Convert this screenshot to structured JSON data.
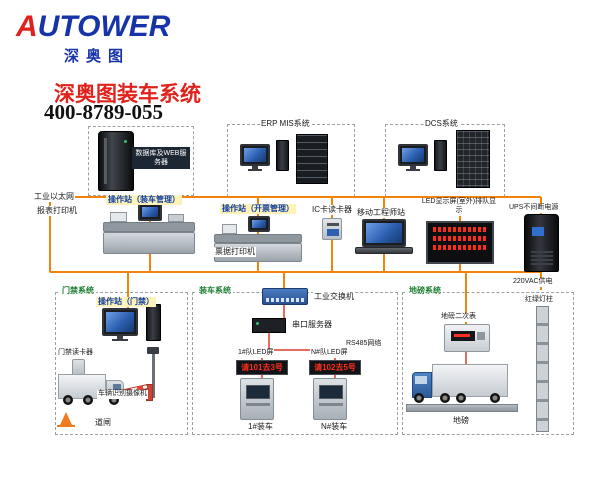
{
  "header": {
    "logo_a": "A",
    "logo_rest": "UTOWER",
    "logo_sub": "深奥图",
    "title": "深奥图装车系统",
    "phone": "400-8789-055"
  },
  "network": {
    "ethernet": "工业以太网",
    "power": "220VAC供电",
    "rs485": "RS485网络"
  },
  "top": {
    "db_server": "数据库及WEB服务器",
    "erp": "ERP MIS系统",
    "dcs": "DCS系统"
  },
  "middle": {
    "ws_loading": "操作站（装车管理）",
    "report_printer": "报表打印机",
    "ws_ticket": "操作站（开票管理）",
    "ticket_printer": "票据打印机",
    "ic_reader": "IC卡读卡器",
    "mobile_station": "移动工程师站",
    "led_outdoor": "LED显示屏(室外)排队显示",
    "ups": "UPS不间断电源"
  },
  "access": {
    "system": "门禁系统",
    "ws": "操作站（门禁）",
    "reader": "门禁读卡器",
    "camera": "车辆识别摄像机",
    "barrier": "道闸"
  },
  "loading": {
    "system": "装车系统",
    "switch": "工业交换机",
    "serial_server": "串口服务器",
    "led1_label": "1#队LED屏",
    "ledn_label": "N#队LED屏",
    "led1_text": "请101去3号",
    "ledn_text": "请102去5号",
    "bay1": "1#装车",
    "bayn": "N#装车"
  },
  "weigh": {
    "system": "地磅系统",
    "meter": "地磅二次表",
    "scale": "地磅",
    "light_pole": "红绿灯柱"
  },
  "colors": {
    "trunk_orange": "#f0830a",
    "wire_red": "#e03a2a",
    "logo_blue": "#1733a8",
    "logo_red": "#e0221c",
    "system_green": "#1e7e34",
    "led_red": "#ff2d1f"
  }
}
